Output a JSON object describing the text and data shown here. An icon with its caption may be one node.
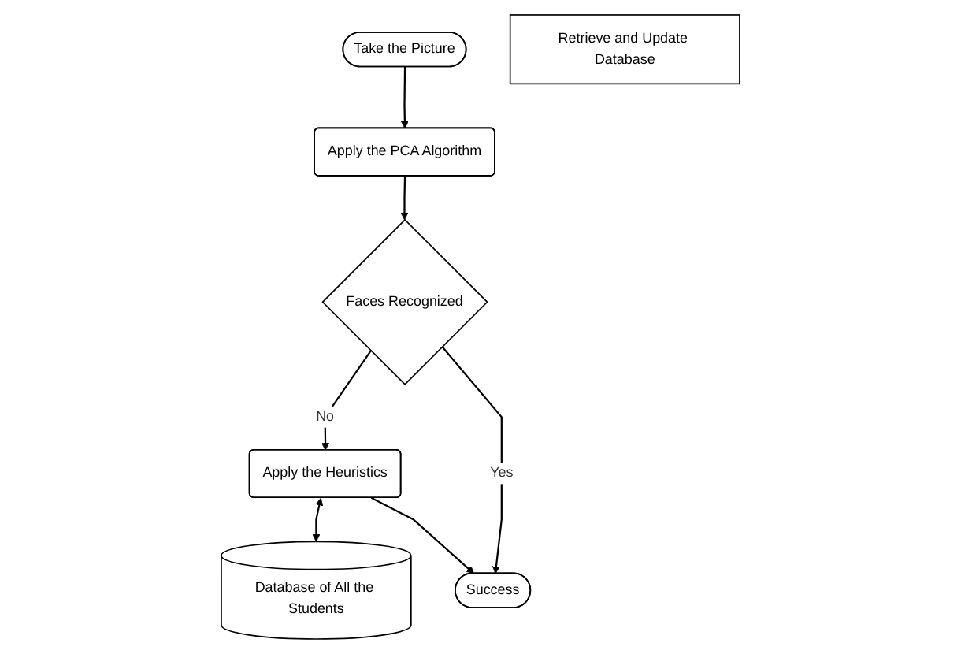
{
  "diagram": {
    "nodes": [
      {
        "text": [
          "Take the Picture"
        ]
      },
      {
        "text": [
          "Apply the PCA Algorithm"
        ]
      },
      {
        "text": [
          "Faces Recognized"
        ]
      },
      {
        "text": [
          "Apply the Heuristics"
        ]
      },
      {
        "text": [
          "Database of All the Students"
        ]
      },
      {
        "text": [
          "Retrieve and Update Database"
        ]
      },
      {
        "text": [
          "Success"
        ]
      }
    ],
    "edges": [
      {
        "from": 0,
        "to": 1,
        "arrow": "to"
      },
      {
        "from": 1,
        "to": 2,
        "arrow": "to"
      },
      {
        "from": 2,
        "to": 3,
        "arrow": "to",
        "label": "No"
      },
      {
        "from": 3,
        "to": 4,
        "arrow": "both"
      },
      {
        "from": 2,
        "to": 6,
        "arrow": "to",
        "label": "Yes"
      },
      {
        "from": 3,
        "to": 6,
        "arrow": "to"
      }
    ]
  }
}
